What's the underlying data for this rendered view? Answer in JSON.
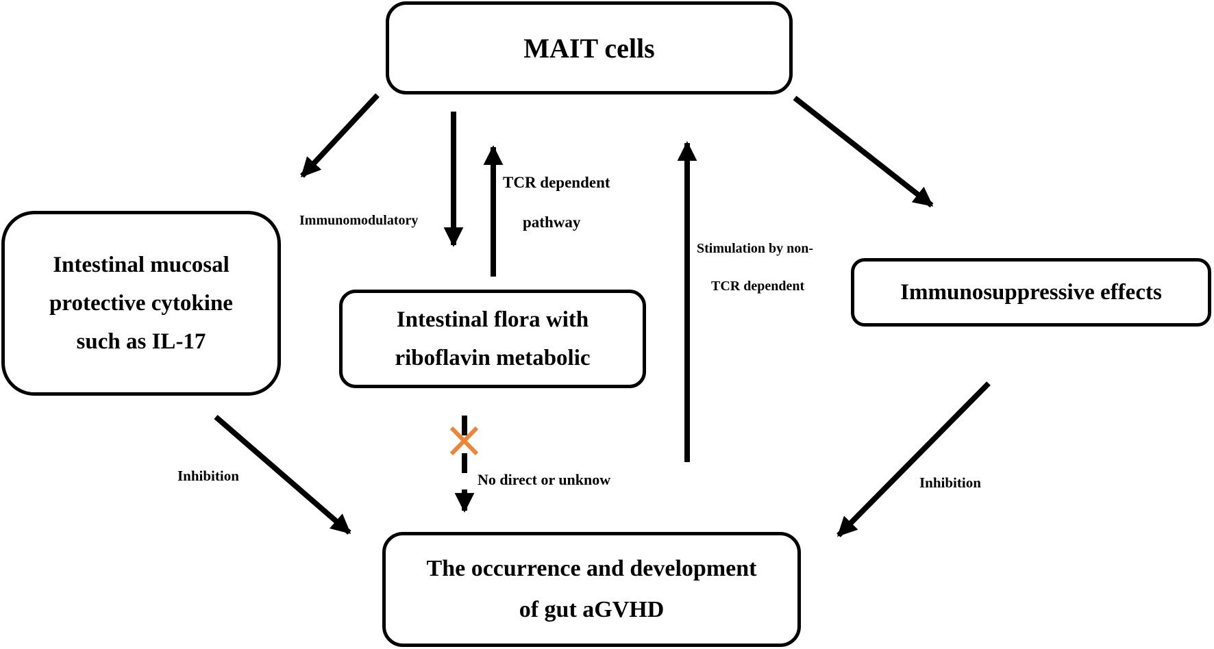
{
  "diagram": {
    "nodes": {
      "mait": {
        "lines": [
          "MAIT cells"
        ]
      },
      "cytokine": {
        "lines": [
          "Intestinal mucosal",
          "protective cytokine",
          "such as IL-17"
        ]
      },
      "flora": {
        "lines": [
          "Intestinal flora with",
          "riboflavin metabolic"
        ]
      },
      "immunosuppressive": {
        "lines": [
          "Immunosuppressive effects"
        ]
      },
      "agvhd": {
        "lines": [
          "The occurrence and development",
          "of gut aGVHD"
        ]
      }
    },
    "edge_labels": {
      "immunomodulatory": "Immunomodulatory",
      "tcr_dependent": [
        "TCR dependent",
        "pathway"
      ],
      "non_tcr": [
        "Stimulation by non-",
        "TCR dependent"
      ],
      "no_direct": "No direct or unknow",
      "inhibition_left": "Inhibition",
      "inhibition_right": "Inhibition"
    },
    "edges": [
      {
        "from": "MAIT cells",
        "to": "Intestinal mucosal protective cytokine",
        "style": "solid"
      },
      {
        "from": "MAIT cells",
        "to": "Intestinal flora",
        "style": "solid",
        "label": "Immunomodulatory"
      },
      {
        "from": "Intestinal flora",
        "to": "MAIT cells",
        "style": "solid",
        "label": "TCR dependent pathway"
      },
      {
        "from": "gut aGVHD",
        "to": "MAIT cells",
        "style": "solid",
        "label": "Stimulation by non-TCR dependent"
      },
      {
        "from": "MAIT cells",
        "to": "Immunosuppressive effects",
        "style": "solid"
      },
      {
        "from": "Intestinal mucosal protective cytokine",
        "to": "gut aGVHD",
        "style": "solid",
        "label": "Inhibition"
      },
      {
        "from": "Immunosuppressive effects",
        "to": "gut aGVHD",
        "style": "solid",
        "label": "Inhibition"
      },
      {
        "from": "Intestinal flora",
        "to": "gut aGVHD",
        "style": "dashed-blocked",
        "label": "No direct or unknow"
      }
    ],
    "colors": {
      "stroke": "#000000",
      "blocked_mark": "#EE8435"
    }
  }
}
